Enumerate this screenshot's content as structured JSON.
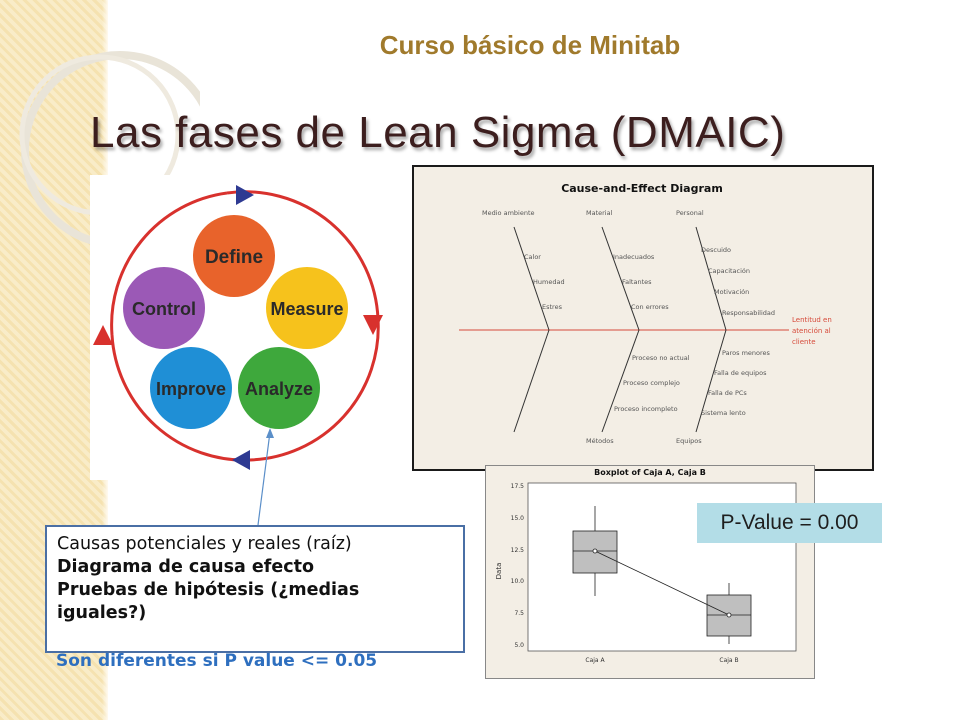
{
  "header": {
    "course": "Curso básico de Minitab",
    "title": "Las fases de Lean Sigma (DMAIC)"
  },
  "dmaic": {
    "phases": [
      "Define",
      "Measure",
      "Analyze",
      "Improve",
      "Control"
    ],
    "colors": {
      "define": "#e8632b",
      "measure": "#f6c21c",
      "analyze": "#3ea83c",
      "improve": "#1f8fd6",
      "control": "#9b59b6",
      "ring": "#d8312d",
      "arrow": "#2e3a92"
    }
  },
  "fishbone": {
    "title": "Cause-and-Effect Diagram",
    "categories_top": [
      "Medio ambiente",
      "Material",
      "Personal"
    ],
    "categories_bottom": [
      "Métodos",
      "Equipos"
    ],
    "causes": {
      "medio_ambiente": [
        "Calor",
        "Humedad",
        "Estres"
      ],
      "material": [
        "Inadecuados",
        "Faltantes",
        "Con errores"
      ],
      "personal": [
        "Descuido",
        "Capacitación",
        "Motivación",
        "Responsabilidad"
      ],
      "metodos": [
        "Proceso no actual",
        "Proceso complejo",
        "Proceso incompleto"
      ],
      "equipos": [
        "Paros menores",
        "Falla de equipos",
        "Falla de PCs",
        "Sistema lento"
      ]
    },
    "effect": [
      "Lentitud en",
      "atención al",
      "cliente"
    ]
  },
  "boxplot": {
    "title": "Boxplot of Caja A, Caja B",
    "ylabel": "Data",
    "yticks": [
      "17.5",
      "15.0",
      "12.5",
      "10.0",
      "7.5",
      "5.0"
    ],
    "xlabels": [
      "Caja A",
      "Caja B"
    ]
  },
  "pvalue": "P-Value = 0.00",
  "note": {
    "line1": "Causas potenciales y reales (raíz)",
    "line2": "Diagrama de causa efecto",
    "line3": "Pruebas de hipótesis (¿medias",
    "line4": "iguales?)",
    "line5": "Son diferentes si P value <= 0.05"
  }
}
